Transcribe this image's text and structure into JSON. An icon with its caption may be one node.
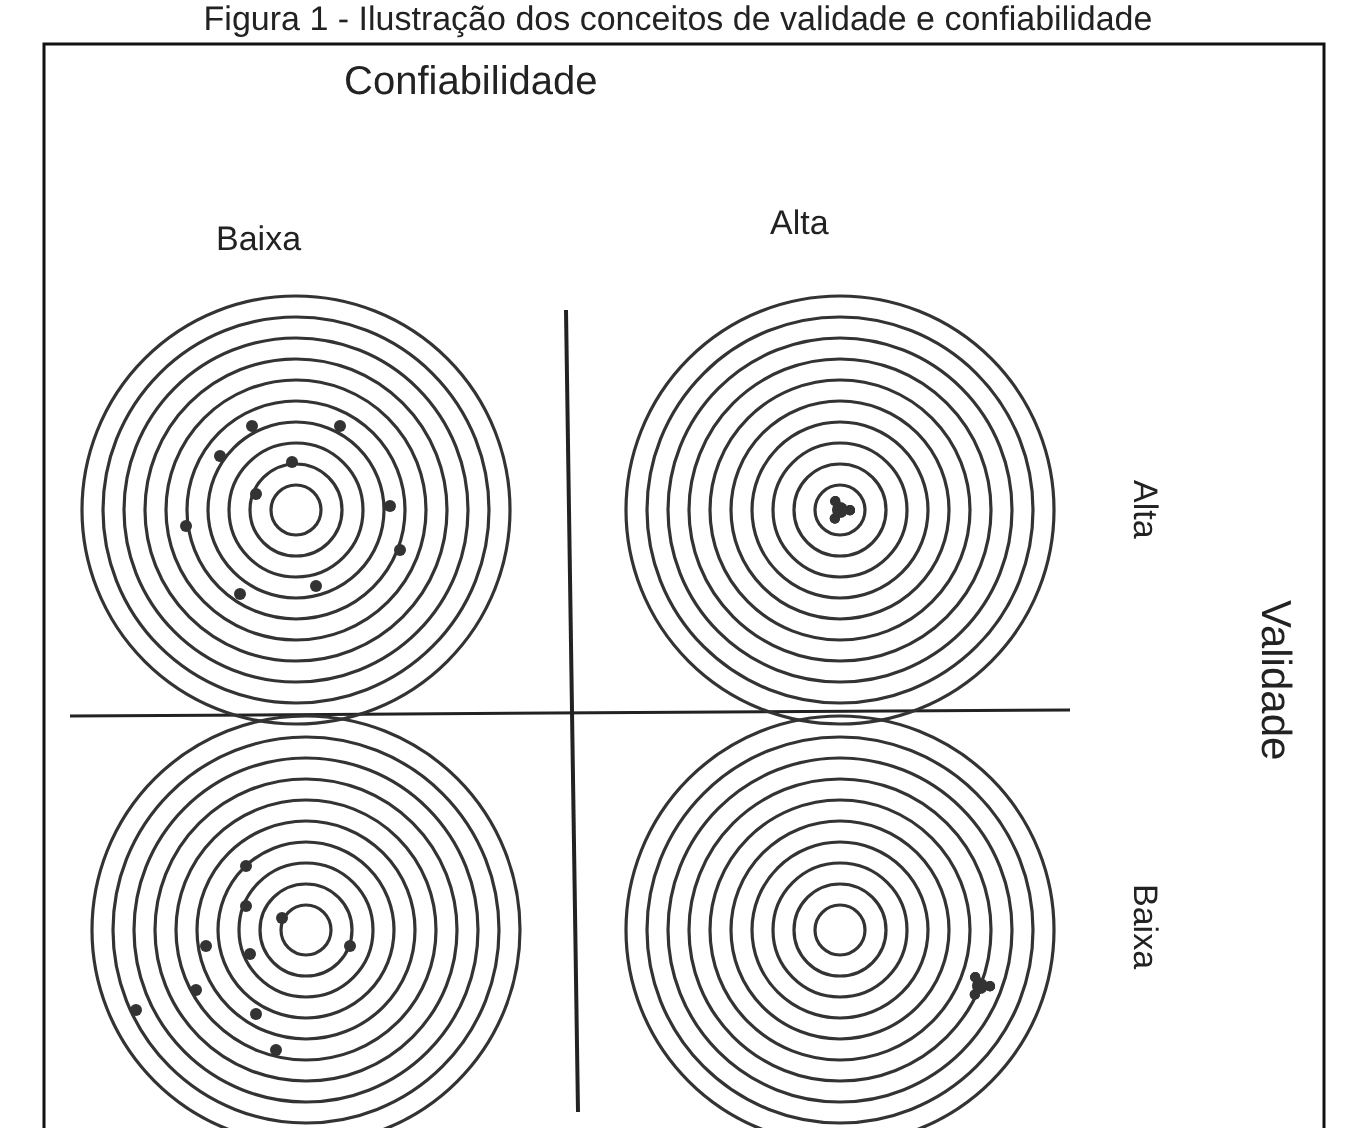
{
  "diagram": {
    "title": "Figura 1 - Ilustração dos conceitos de validade e confiabilidade",
    "labels": [
      "Confiabilidade",
      "Baixa",
      "Alta",
      "Alta",
      "Validade",
      "Baixa"
    ]
  }
}
